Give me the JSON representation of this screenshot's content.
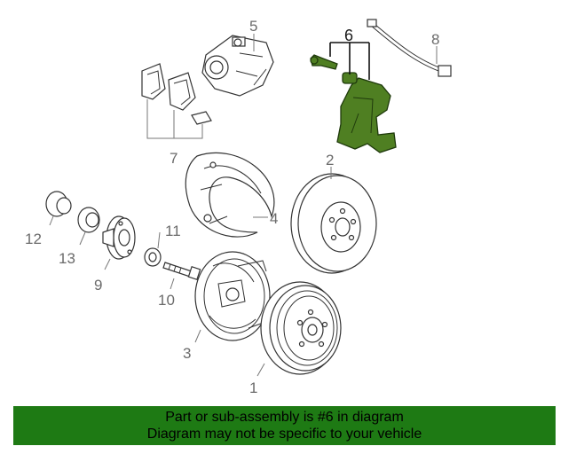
{
  "diagram": {
    "callouts": [
      {
        "id": "1",
        "label": "1"
      },
      {
        "id": "2",
        "label": "2"
      },
      {
        "id": "3",
        "label": "3"
      },
      {
        "id": "4",
        "label": "4"
      },
      {
        "id": "5",
        "label": "5"
      },
      {
        "id": "6",
        "label": "6"
      },
      {
        "id": "7",
        "label": "7"
      },
      {
        "id": "8",
        "label": "8"
      },
      {
        "id": "9",
        "label": "9"
      },
      {
        "id": "10",
        "label": "10"
      },
      {
        "id": "11",
        "label": "11"
      },
      {
        "id": "12",
        "label": "12"
      },
      {
        "id": "13",
        "label": "13"
      }
    ],
    "highlight_color": "#4f7f22"
  },
  "banner": {
    "line1": "Part or sub-assembly is #6 in diagram",
    "line2": "Diagram may not be specific to your vehicle",
    "background": "#1e7a14"
  }
}
